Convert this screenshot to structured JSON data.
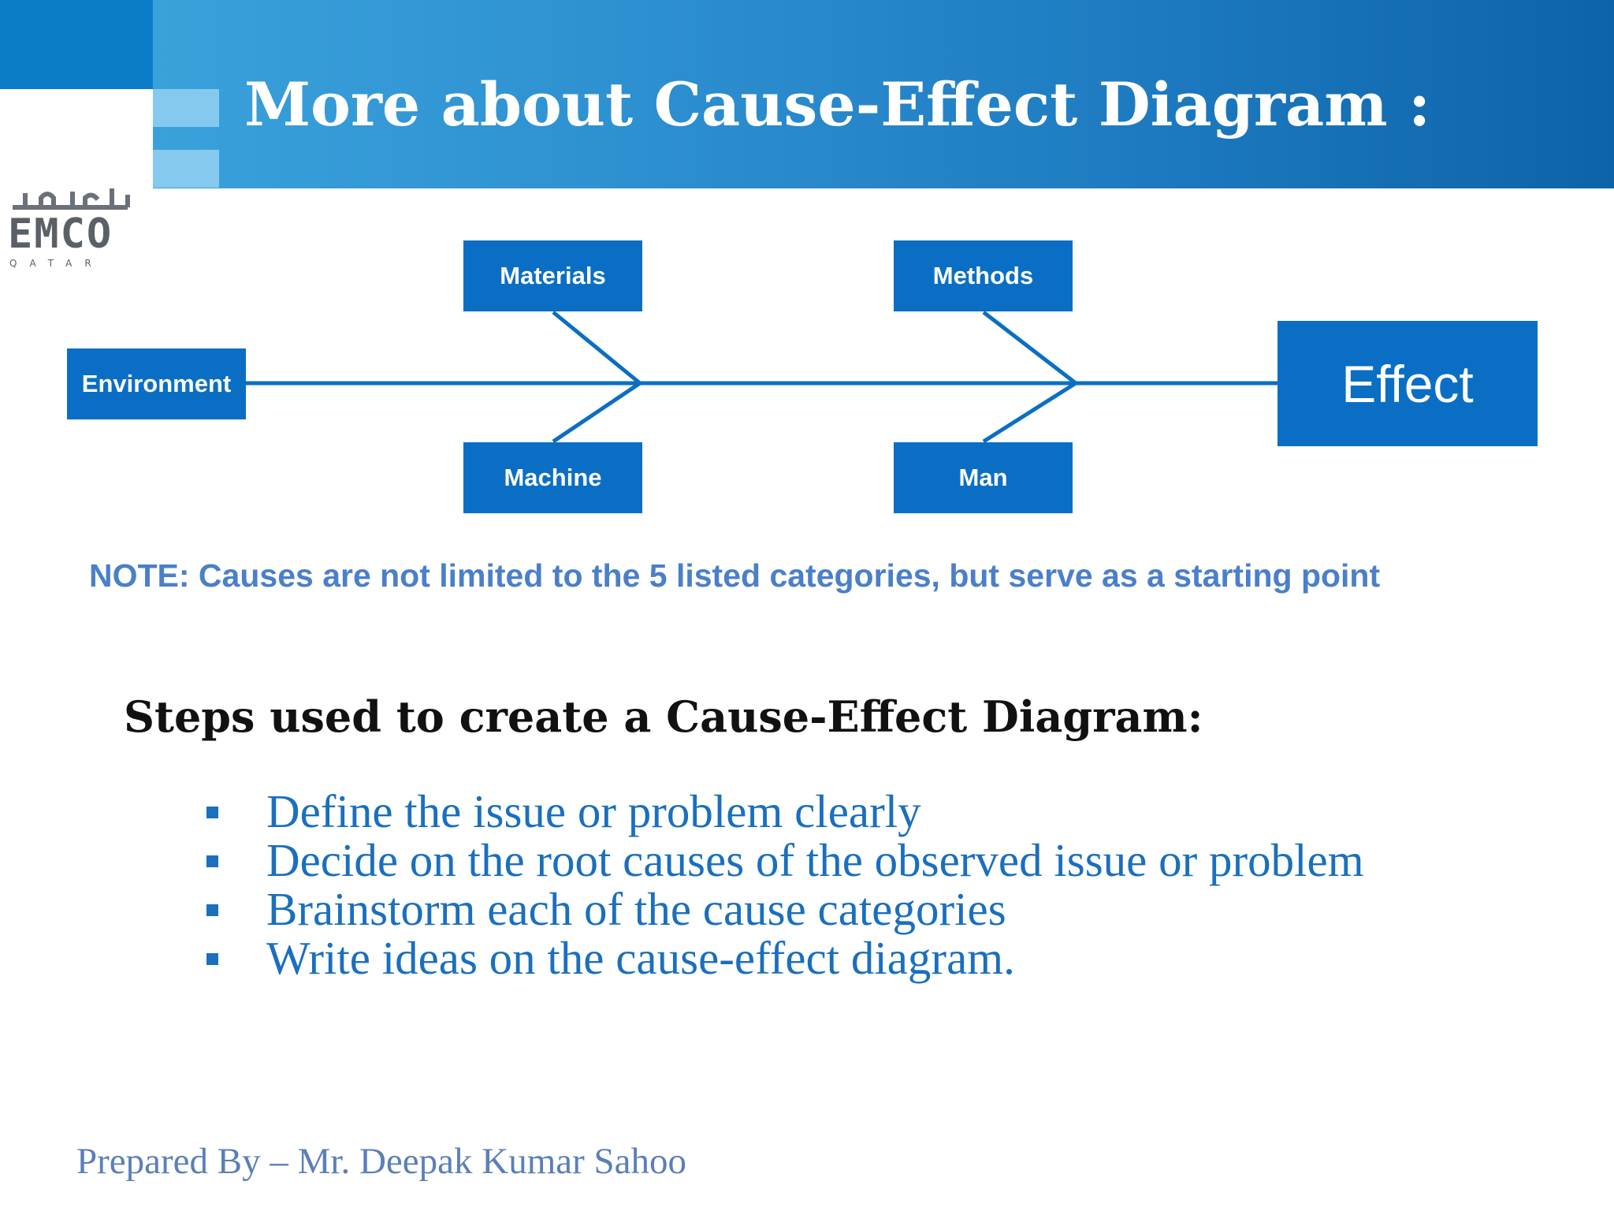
{
  "header": {
    "title": "More about Cause-Effect Diagram :",
    "logo": {
      "text": "EMCO",
      "subtext": "QATAR",
      "arabic": "إمكو"
    },
    "colors": {
      "band_start": "#3ea6de",
      "band_end": "#0d63a8",
      "logo_block": "#0a7cc8"
    }
  },
  "diagram": {
    "categories": {
      "materials": "Materials",
      "methods": "Methods",
      "environment": "Environment",
      "machine": "Machine",
      "man": "Man"
    },
    "effect": "Effect",
    "colors": {
      "box": "#0a6fc4",
      "line": "#0a6fc4"
    }
  },
  "note": "NOTE: Causes are not limited to the 5 listed categories, but serve as a starting point",
  "steps": {
    "heading": "Steps used to create a Cause-Effect Diagram:",
    "items": [
      "Define the issue or problem clearly",
      "Decide on the root causes of the observed issue or problem",
      "Brainstorm each of the cause categories",
      "Write ideas on the cause-effect diagram."
    ]
  },
  "footer": "Prepared By – Mr. Deepak Kumar Sahoo"
}
